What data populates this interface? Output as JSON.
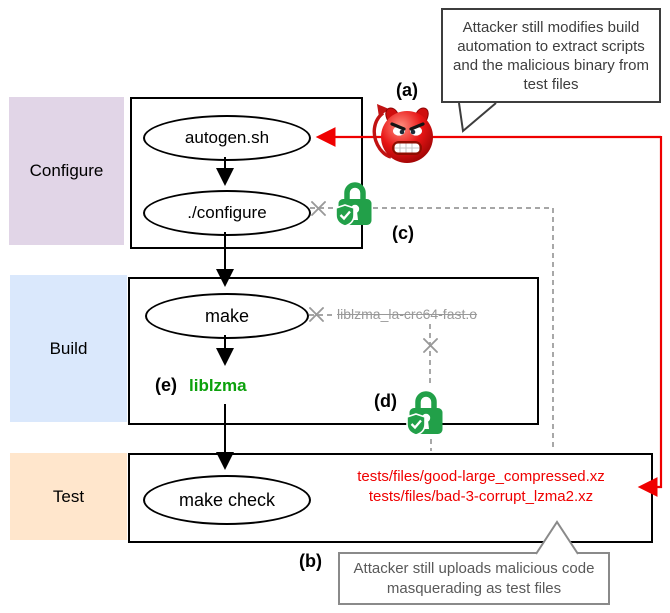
{
  "diagram": {
    "title_hint": "xz build pipeline attack diagram",
    "phases": [
      {
        "id": "configure",
        "label": "Configure"
      },
      {
        "id": "build",
        "label": "Build"
      },
      {
        "id": "test",
        "label": "Test"
      }
    ],
    "nodes": {
      "autogen": "autogen.sh",
      "configure_script": "./configure",
      "make": "make",
      "make_check": "make check",
      "liblzma": "liblzma",
      "object_file": "liblzma_la-crc64-fast.o"
    },
    "labels": {
      "a": "(a)",
      "b": "(b)",
      "c": "(c)",
      "d": "(d)",
      "e": "(e)"
    },
    "test_files": [
      "tests/files/good-large_compressed.xz",
      "tests/files/bad-3-corrupt_lzma2.xz"
    ],
    "callouts": {
      "top": "Attacker still modifies build automation to extract scripts and the malicious binary from test files",
      "bottom": "Attacker still uploads malicious code masquerading as test files"
    },
    "icons": {
      "devil": "devil-face-icon",
      "lock_c": "security-lock-shield-icon",
      "lock_d": "security-lock-shield-icon"
    },
    "colors": {
      "configure_bg": "#e1d5e7",
      "build_bg": "#dae8fc",
      "test_bg": "#ffe6cc",
      "attack_red": "#ef0000",
      "secure_green": "#22a049",
      "liblzma_green": "#0ca10c",
      "blocked_gray": "#999999"
    }
  }
}
